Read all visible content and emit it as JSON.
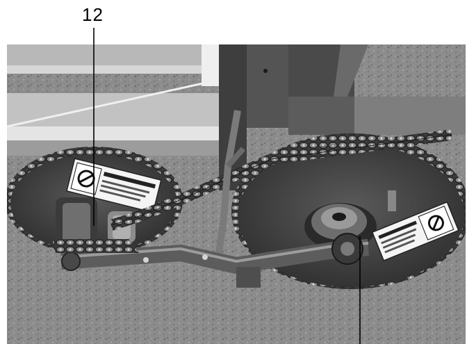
{
  "figure": {
    "callouts": [
      {
        "label": "12"
      },
      {
        "label": ""
      }
    ],
    "decals": [
      {
        "name": "warning-decal-left"
      },
      {
        "name": "warning-decal-right"
      }
    ],
    "colors": {
      "background": "#ffffff",
      "callout_text": "#000000",
      "leader_line": "#000000"
    }
  }
}
